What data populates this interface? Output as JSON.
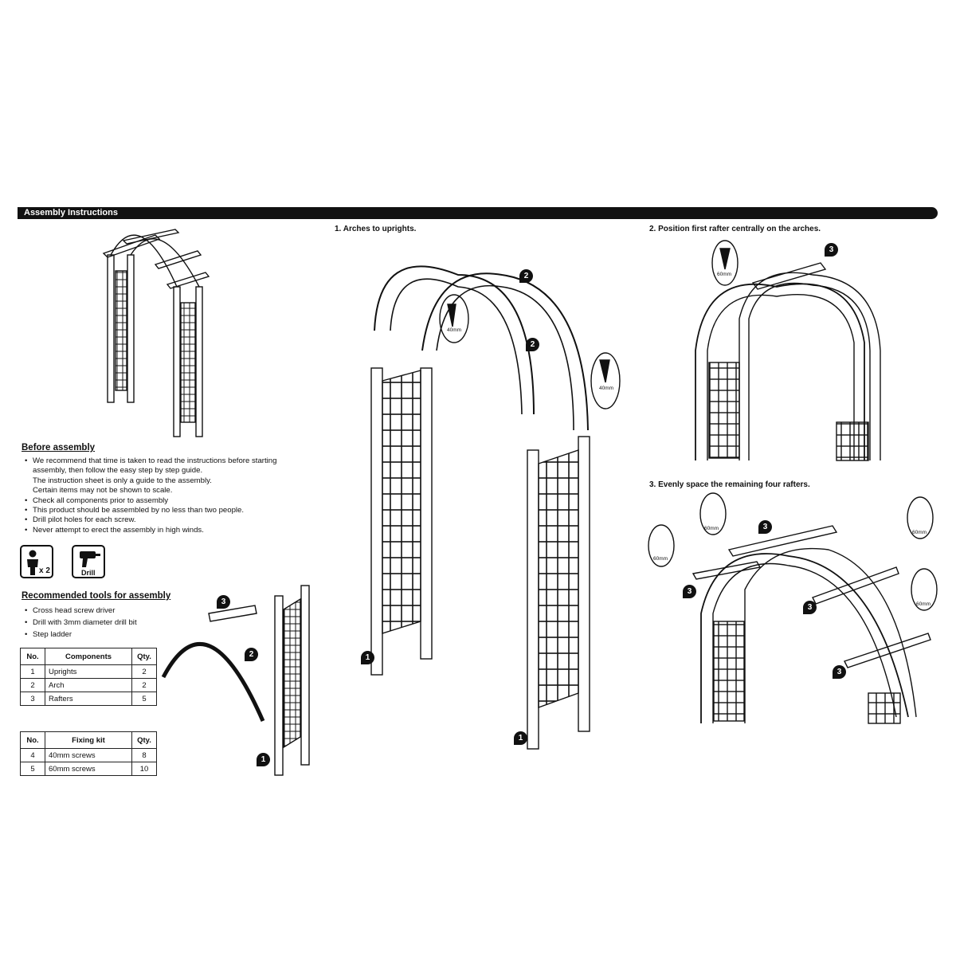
{
  "header": {
    "title": "Assembly Instructions"
  },
  "steps": {
    "step1": "1. Arches to uprights.",
    "step2": "2. Position first rafter centrally on the arches.",
    "step3": "3. Evenly space the remaining four rafters."
  },
  "before_assembly": {
    "heading": "Before assembly",
    "items": [
      "We recommend that time is taken to read the instructions before starting assembly, then follow the easy step by step guide.",
      "The instruction sheet is only a guide to the assembly.",
      "Certain items may not be shown to scale.",
      "Check all components prior to assembly",
      "This product should be assembled by no less than two people.",
      "Drill pilot holes for each screw.",
      "Never attempt to erect the assembly in high winds."
    ]
  },
  "icons": {
    "people_label": "x 2",
    "drill_label": "Drill"
  },
  "tools": {
    "heading": "Recommended tools for assembly",
    "items": [
      "Cross head screw driver",
      "Drill with 3mm diameter drill bit",
      "Step ladder"
    ]
  },
  "components_table": {
    "headers": [
      "No.",
      "Components",
      "Qty."
    ],
    "rows": [
      [
        "1",
        "Uprights",
        "2"
      ],
      [
        "2",
        "Arch",
        "2"
      ],
      [
        "3",
        "Rafters",
        "5"
      ]
    ]
  },
  "fixing_table": {
    "headers": [
      "No.",
      "Fixing kit",
      "Qty."
    ],
    "rows": [
      [
        "4",
        "40mm screws",
        "8"
      ],
      [
        "5",
        "60mm screws",
        "10"
      ]
    ]
  },
  "callouts": {
    "one": "1",
    "two": "2",
    "three": "3",
    "screw40": "40mm",
    "screw60": "60mm"
  }
}
